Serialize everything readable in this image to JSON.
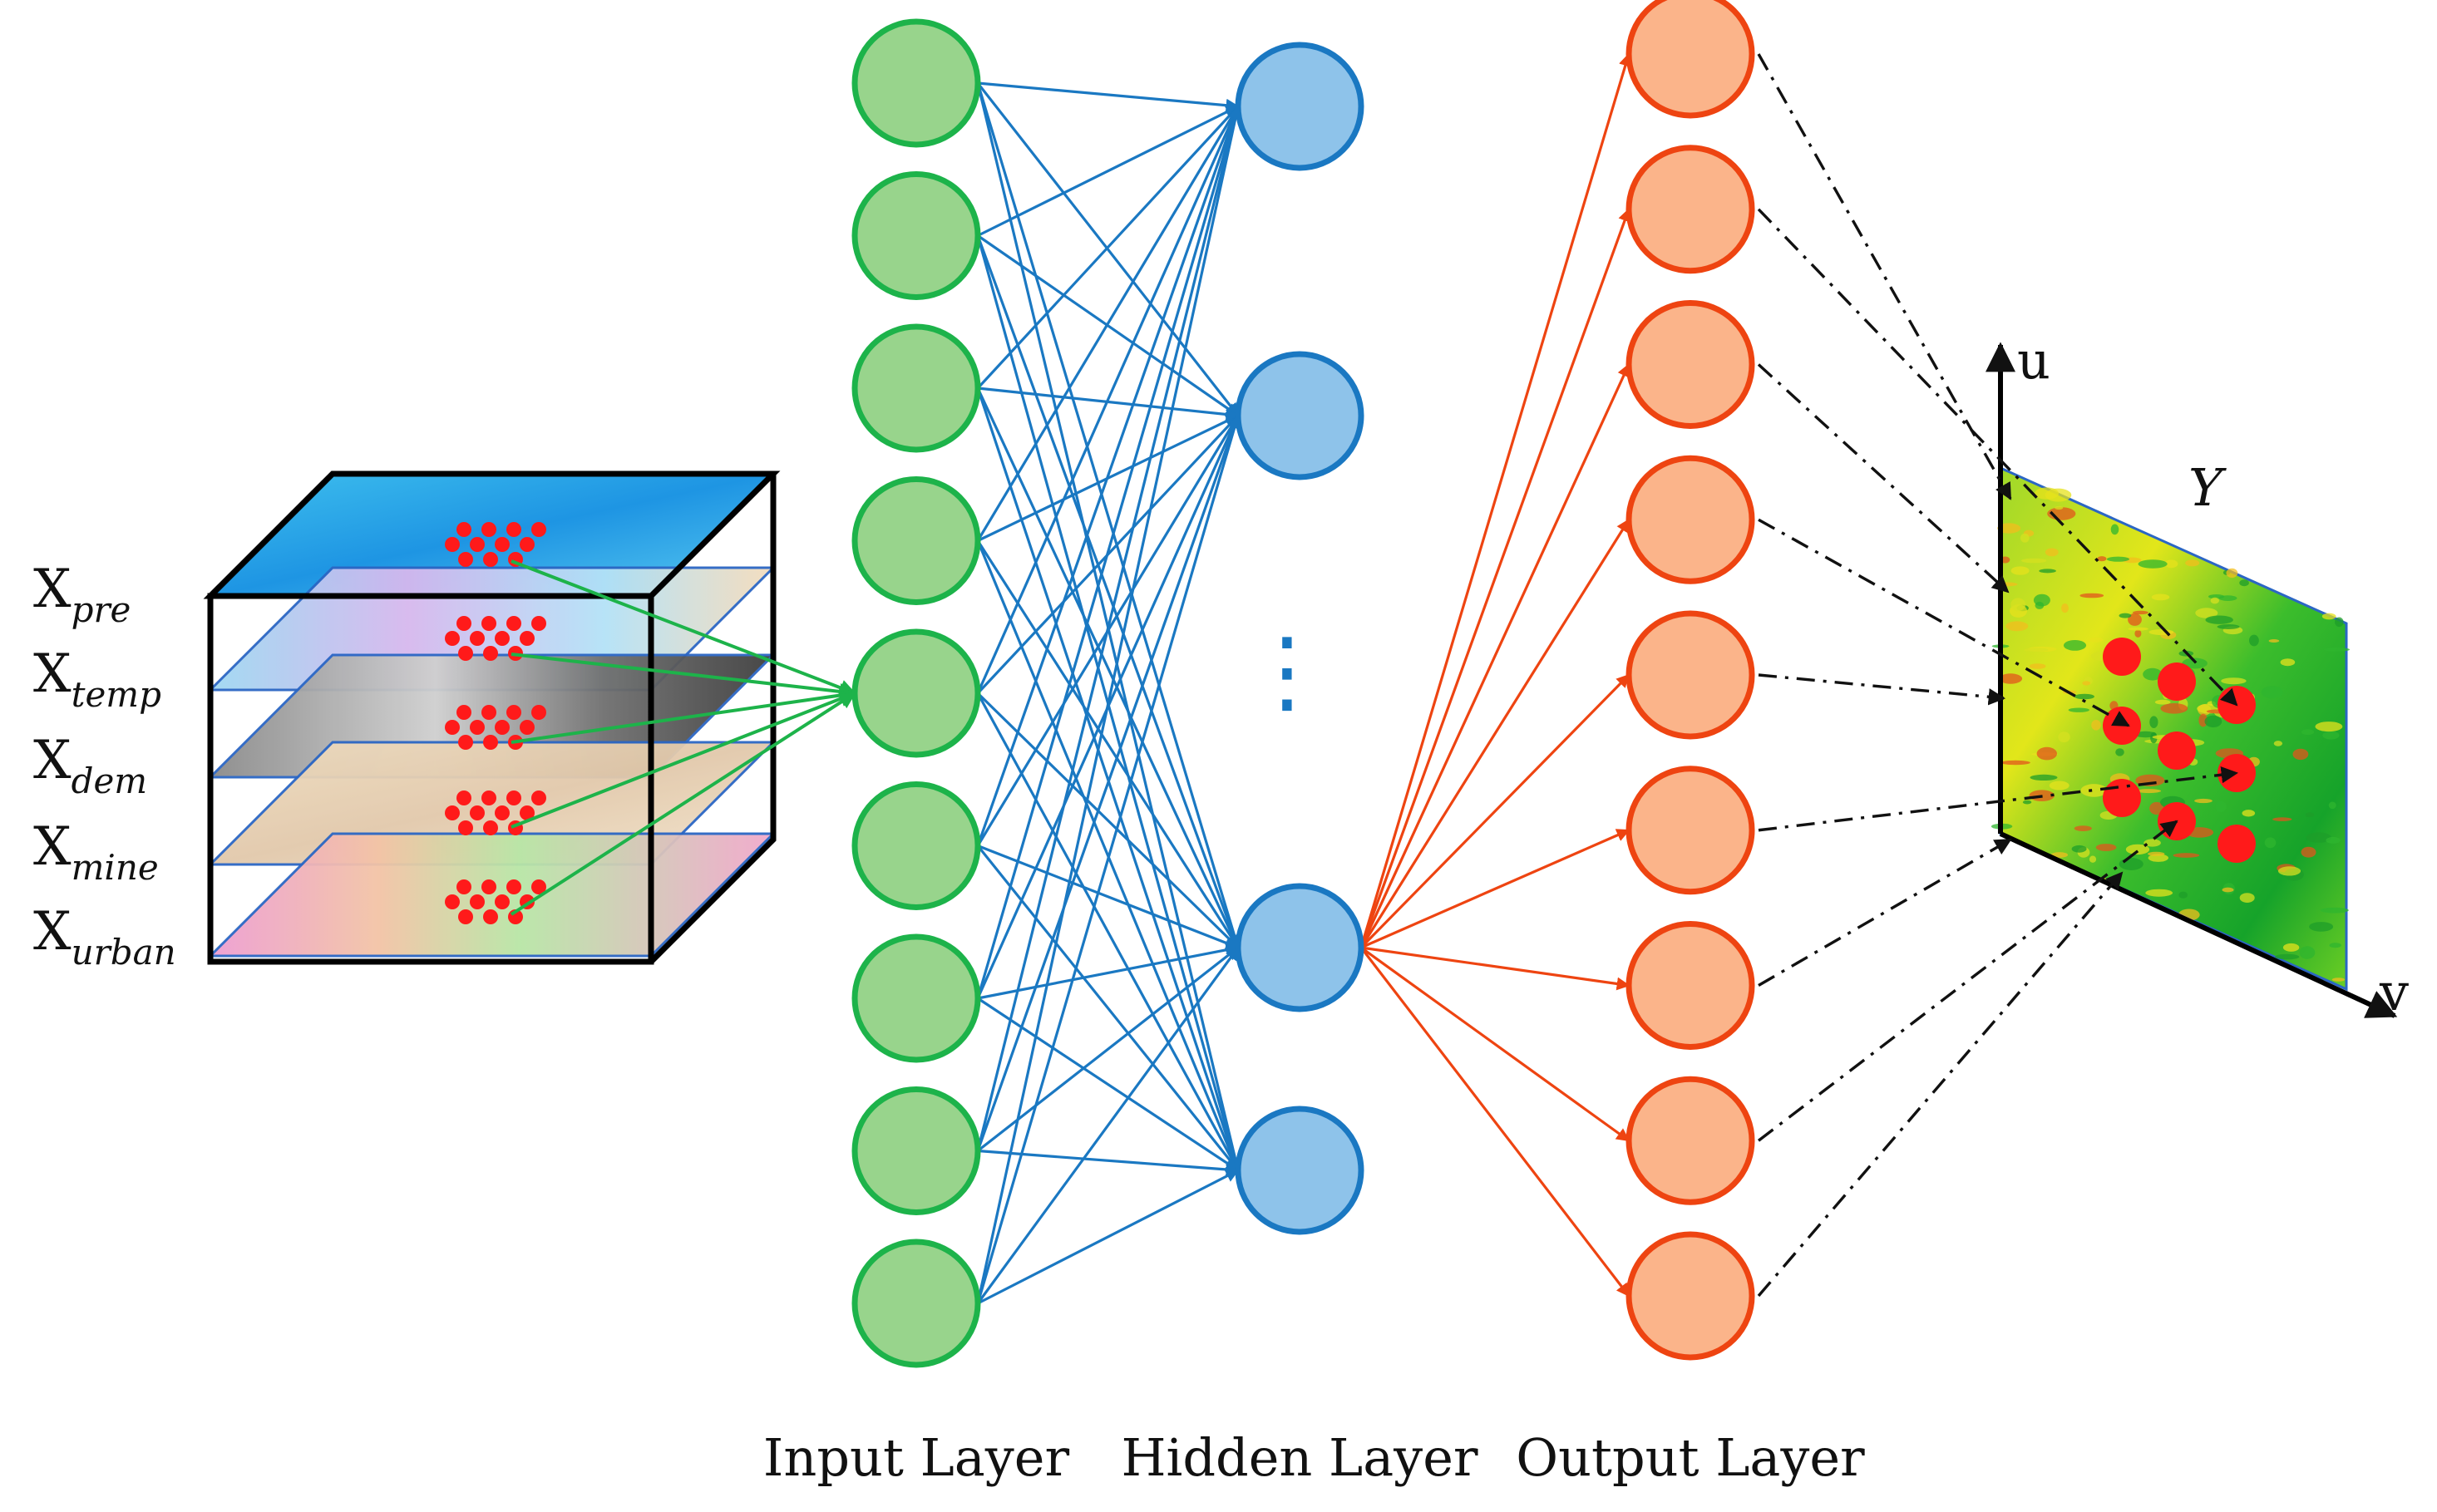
{
  "layers": {
    "input": {
      "label": "Input Layer",
      "count": 9,
      "fill": "#98d48c",
      "stroke": "#1db34a"
    },
    "hidden": {
      "label": "Hidden Layer",
      "count": 4,
      "fill": "#8ec3ea",
      "stroke": "#1a78c2",
      "ellipsis": "⋮"
    },
    "output": {
      "label": "Output Layer",
      "count": 9,
      "fill": "#fbb48a",
      "stroke": "#ee4411"
    }
  },
  "inputs": [
    {
      "main": "X",
      "sub": "pre"
    },
    {
      "main": "X",
      "sub": "temp"
    },
    {
      "main": "X",
      "sub": "dem"
    },
    {
      "main": "X",
      "sub": "mine"
    },
    {
      "main": "X",
      "sub": "urban"
    }
  ],
  "output_map": {
    "label": "Y",
    "axis_u": "u",
    "axis_v": "v",
    "points": 9
  },
  "colors": {
    "input_edge": "#1db34a",
    "hidden_edge": "#1a78c2",
    "output_edge": "#ee4411",
    "marker": "#ff1a1a",
    "projection": "#111111"
  },
  "icons": [
    "raster-stack-icon",
    "output-map-icon"
  ]
}
